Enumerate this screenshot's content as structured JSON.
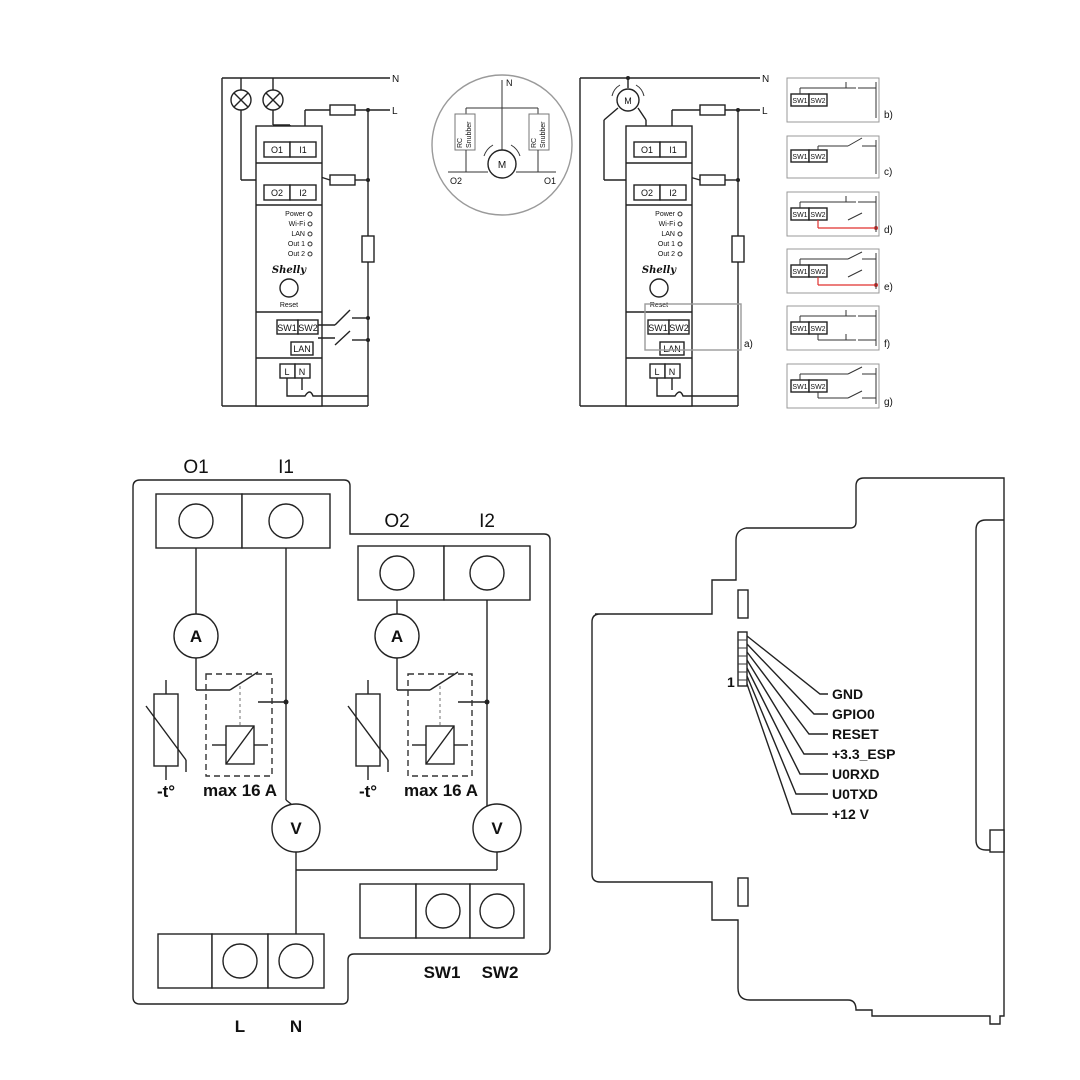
{
  "wiring_top": {
    "n_label": "N",
    "l_label": "L",
    "terminal_o1": "O1",
    "terminal_i1": "I1",
    "terminal_o2": "O2",
    "terminal_i2": "I2",
    "led_power": "Power",
    "led_wifi": "Wi-Fi",
    "led_lan": "LAN",
    "led_out1": "Out 1",
    "led_out2": "Out 2",
    "brand": "Shelly",
    "reset_label": "Reset",
    "sw1": "SW1",
    "sw2": "SW2",
    "lan_port": "LAN",
    "bottom_l": "L",
    "bottom_n": "N",
    "callout_a": "a)"
  },
  "motor_detail": {
    "n_label": "N",
    "motor": "M",
    "rc_line1": "RC",
    "rc_line2": "Snubber",
    "o2": "O2",
    "o1": "O1"
  },
  "switch_variants": [
    {
      "label": "b)",
      "sw1": "SW1",
      "sw2": "SW2"
    },
    {
      "label": "c)",
      "sw1": "SW1",
      "sw2": "SW2"
    },
    {
      "label": "d)",
      "sw1": "SW1",
      "sw2": "SW2"
    },
    {
      "label": "e)",
      "sw1": "SW1",
      "sw2": "SW2"
    },
    {
      "label": "f)",
      "sw1": "SW1",
      "sw2": "SW2"
    },
    {
      "label": "g)",
      "sw1": "SW1",
      "sw2": "SW2"
    }
  ],
  "internal": {
    "o1": "O1",
    "i1": "I1",
    "o2": "O2",
    "i2": "I2",
    "ammeter": "A",
    "voltmeter": "V",
    "thermistor": "-t°",
    "relay_rating": "max 16 A",
    "sw1": "SW1",
    "sw2": "SW2",
    "l": "L",
    "n": "N"
  },
  "side_view": {
    "pin1": "1",
    "pins": [
      "GND",
      "GPIO0",
      "RESET",
      "+3.3_ESP",
      "U0RXD",
      "U0TXD",
      "+12 V"
    ]
  },
  "colors": {
    "line": "#222222",
    "highlight_wire": "#e0302e",
    "detail_circle": "#9a9a9a"
  }
}
